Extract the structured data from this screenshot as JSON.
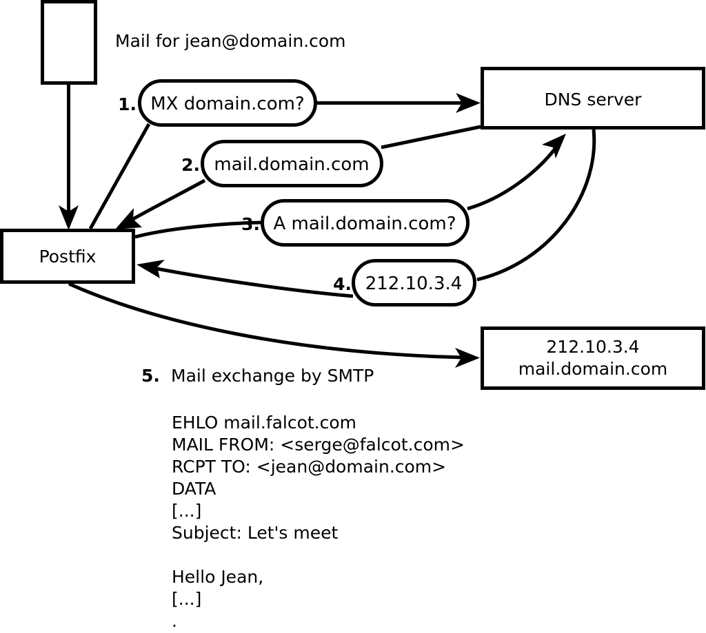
{
  "diagram": {
    "title_caption": "Mail for jean@domain.com",
    "nodes": [
      {
        "id": "sender",
        "label": ""
      },
      {
        "id": "postfix",
        "label": "Postfix"
      },
      {
        "id": "dns",
        "label": "DNS server"
      },
      {
        "id": "mailhost",
        "label_line1": "212.10.3.4",
        "label_line2": "mail.domain.com"
      }
    ],
    "steps": [
      {
        "num": "1.",
        "text": "MX domain.com?"
      },
      {
        "num": "2.",
        "text": "mail.domain.com"
      },
      {
        "num": "3.",
        "text": "A mail.domain.com?"
      },
      {
        "num": "4.",
        "text": "212.10.3.4"
      }
    ],
    "step5": {
      "num": "5.",
      "text": "Mail exchange by SMTP"
    },
    "smtp_transcript": [
      "EHLO mail.falcot.com",
      "MAIL FROM: <serge@falcot.com>",
      "RCPT TO: <jean@domain.com>",
      "DATA",
      "[...]",
      "Subject: Let's meet",
      "",
      "Hello Jean,",
      "[...]",
      "."
    ],
    "colors": {
      "stroke": "#000000",
      "fill": "#ffffff",
      "text": "#000000"
    }
  }
}
